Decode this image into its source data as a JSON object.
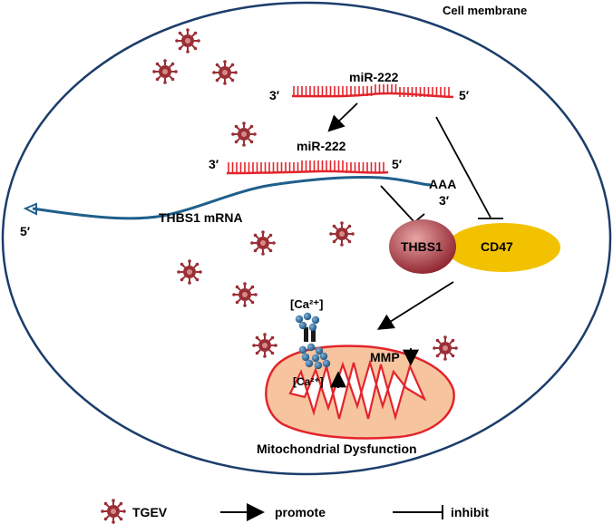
{
  "labels": {
    "cell_membrane": "Cell membrane",
    "mir_top": "miR-222",
    "mir_top_3prime": "3′",
    "mir_top_5prime": "5′",
    "mir_bound": "miR-222",
    "mir_bound_3prime": "3′",
    "mir_bound_5prime": "5′",
    "mrna": "THBS1 mRNA",
    "mrna_5prime": "5′",
    "mrna_polya": "AAA",
    "mrna_3prime": "3′",
    "thbs1": "THBS1",
    "cd47": "CD47",
    "ca_outside": "[Ca²⁺]",
    "ca_inside": "[Ca²⁺]",
    "mmp": "MMP",
    "mito": "Mitochondrial Dysfunction"
  },
  "legend": {
    "tgev": "TGEV",
    "promote": "promote",
    "inhibit": "inhibit"
  },
  "colors": {
    "mirna": "#e3242b",
    "mrna": "#1f5f8b",
    "thbs1": "#a8323c",
    "cd47": "#f2c200",
    "mito_fill": "#f7c4a0",
    "mito_edge": "#e3242b",
    "calcium": "#2b6a9c",
    "virus": "#9a2f35"
  },
  "icons": {
    "virus": "tgev-virus-icon",
    "channel": "calcium-channel-icon"
  }
}
